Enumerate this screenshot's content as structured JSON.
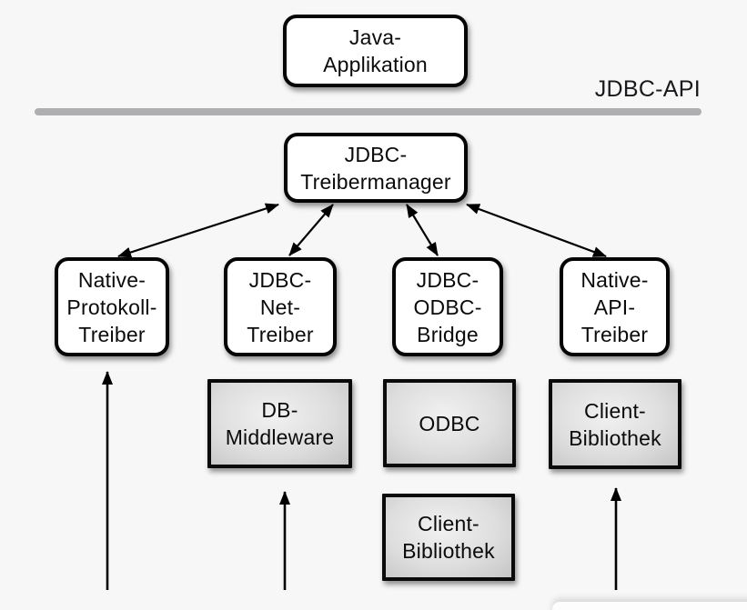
{
  "diagram": {
    "kind": "jdbc-architecture-diagram",
    "api_layer_label": "JDBC-API",
    "nodes": {
      "java_application": {
        "label": "Java-\nApplikation",
        "style": "rounded-white"
      },
      "jdbc_treibermanager": {
        "label": "JDBC-\nTreibermanager",
        "style": "rounded-white"
      },
      "native_protokoll_treiber": {
        "label": "Native-\nProtokoll-\nTreiber",
        "style": "rounded-white"
      },
      "jdbc_net_treiber": {
        "label": "JDBC-\nNet-\nTreiber",
        "style": "rounded-white"
      },
      "jdbc_odbc_bridge": {
        "label": "JDBC-\nODBC-\nBridge",
        "style": "rounded-white"
      },
      "native_api_treiber": {
        "label": "Native-\nAPI-\nTreiber",
        "style": "rounded-white"
      },
      "db_middleware": {
        "label": "DB-\nMiddleware",
        "style": "gray-gradient"
      },
      "odbc": {
        "label": "ODBC",
        "style": "gray-gradient"
      },
      "client_bibliothek_right": {
        "label": "Client-\nBibliothek",
        "style": "gray-gradient"
      },
      "client_bibliothek_bottom": {
        "label": "Client-\nBibliothek",
        "style": "gray-gradient"
      }
    },
    "connections": [
      {
        "from": "jdbc_treibermanager",
        "to": "native_protokoll_treiber",
        "type": "bidirectional"
      },
      {
        "from": "jdbc_treibermanager",
        "to": "jdbc_net_treiber",
        "type": "bidirectional"
      },
      {
        "from": "jdbc_treibermanager",
        "to": "jdbc_odbc_bridge",
        "type": "bidirectional"
      },
      {
        "from": "jdbc_treibermanager",
        "to": "native_api_treiber",
        "type": "bidirectional"
      },
      {
        "from": "below-offscreen",
        "to": "native_protokoll_treiber",
        "type": "arrow-up"
      },
      {
        "from": "below-offscreen",
        "to": "db_middleware",
        "type": "arrow-up"
      },
      {
        "from": "below-offscreen",
        "to": "client_bibliothek_right",
        "type": "arrow-up"
      }
    ],
    "colors": {
      "background": "#f7f7f8",
      "divider_bar": "#afafb2",
      "box_border": "#050505",
      "box_fill_white": "#ffffff",
      "gray_box_center": "#f1f1f1",
      "gray_box_edge": "#c5c5c5",
      "arrow": "#000000",
      "text": "#0b0b0b"
    }
  }
}
